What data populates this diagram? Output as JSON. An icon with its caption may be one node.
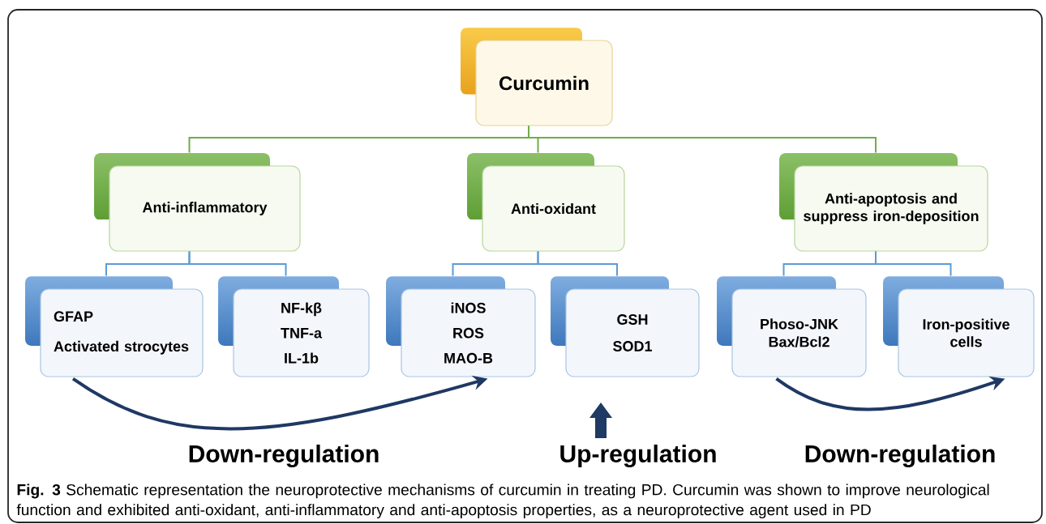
{
  "diagram": {
    "caption": "**Fig. 3** Schematic representation the neuroprotective mechanisms of curcumin in treating PD. Curcumin was shown to improve neurological function and exhibited anti-oxidant, anti-inflammatory and anti-apoptosis properties, as a neuroprotective agent used in PD",
    "nodes": [
      {
        "text": [
          "Curcumin"
        ]
      },
      {
        "text": [
          "Anti-inflammatory"
        ]
      },
      {
        "text": [
          "Anti-oxidant"
        ]
      },
      {
        "text": [
          "Anti-apoptosis and suppress iron-deposition"
        ]
      },
      {
        "text": [
          "GFAP",
          "Activated strocytes"
        ]
      },
      {
        "text": [
          "NF-kβ",
          "TNF-a",
          "IL-1b"
        ]
      },
      {
        "text": [
          "iNOS",
          "ROS",
          "MAO-B"
        ]
      },
      {
        "text": [
          "GSH",
          "SOD1"
        ]
      },
      {
        "text": [
          "Phoso-JNK",
          "Bax/Bcl2"
        ]
      },
      {
        "text": [
          "Iron-positive cells"
        ]
      }
    ],
    "edges": [
      {
        "from": 0,
        "to": 1,
        "arrow": "none",
        "color": "#70ad47"
      },
      {
        "from": 0,
        "to": 2,
        "arrow": "none",
        "color": "#70ad47"
      },
      {
        "from": 0,
        "to": 3,
        "arrow": "none",
        "color": "#70ad47"
      },
      {
        "from": 1,
        "to": 4,
        "arrow": "none"
      },
      {
        "from": 1,
        "to": 5,
        "arrow": "none"
      },
      {
        "from": 2,
        "to": 6,
        "arrow": "none"
      },
      {
        "from": 2,
        "to": 7,
        "arrow": "none"
      },
      {
        "from": 3,
        "to": 8,
        "arrow": "none"
      },
      {
        "from": 3,
        "to": 9,
        "arrow": "none"
      },
      {
        "from": 4,
        "to": 6,
        "arrow": "to",
        "style": "thick",
        "color": "#1f3864"
      },
      {
        "from": 8,
        "to": 9,
        "arrow": "to",
        "style": "thick",
        "color": "#1f3864"
      }
    ],
    "labels": [
      "Down-regulation",
      "Up-regulation",
      "Down-regulation"
    ]
  }
}
